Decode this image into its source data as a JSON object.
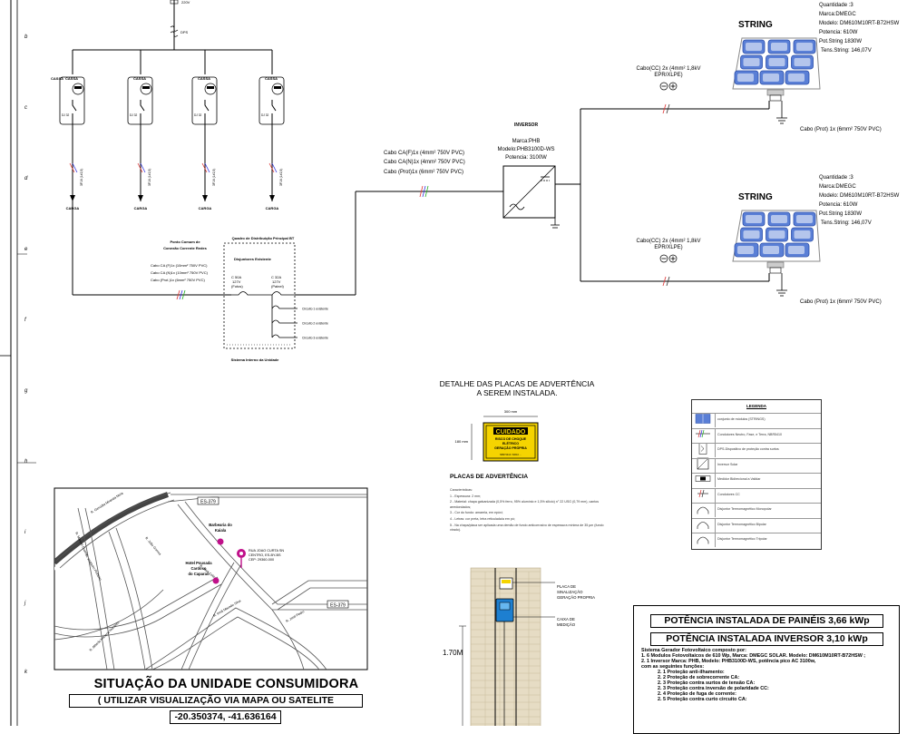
{
  "strings": [
    {
      "title": "STRING",
      "quantidade": "Quantidade :3",
      "marca": "Marca:DMEGC",
      "modelo": "Modelo: DM610M10RT-B72HSW",
      "potencia": "Potencia: 610W",
      "pot_string": "Pot.String 1830W",
      "tens_string": "Tens.String: 146,07V",
      "cabo_cc": "Cabo(CC) 2x (4mm² 1,8kV",
      "cabo_cc_isol": "EPR/XLPE)",
      "cabo_prot": "Cabo (Prot) 1x (6mm² 750V PVC)"
    },
    {
      "title": "STRING",
      "quantidade": "Quantidade :3",
      "marca": "Marca:DMEGC",
      "modelo": "Modelo: DM610M10RT-B72HSW",
      "potencia": "Potencia: 610W",
      "pot_string": "Pot.String 1830W",
      "tens_string": "Tens.String: 146,07V",
      "cabo_cc": "Cabo(CC) 2x (4mm² 1,8kV",
      "cabo_cc_isol": "EPR/XLPE)",
      "cabo_prot": "Cabo (Prot) 1x (6mm² 750V PVC)"
    }
  ],
  "inverter": {
    "title": "INVERSOR",
    "marca": "Marca:PHB",
    "modelo": "Modelo:PHB3100D-WS",
    "potencia": "Potencia: 3100W"
  },
  "ac_cables": [
    "Cabo CA(F)1x (4mm² 750V PVC)",
    "Cabo CA(N)1x (4mm² 750V PVC)",
    "Cabo (Prot)1x (6mm² 750V PVC)"
  ],
  "casas": [
    {
      "label": "CASSA",
      "carga": "CARGA",
      "dj": "DJ 32"
    },
    {
      "label": "CASSA",
      "carga": "CARGA",
      "dj": "DJ 32"
    },
    {
      "label": "CASSA",
      "carga": "CARGA",
      "dj": "DJ 32"
    },
    {
      "label": "CASSA",
      "carga": "CARGA",
      "dj": "DJ 32"
    }
  ],
  "cable_vertical": "3F16 (1#2,5)",
  "dps_label": "DPS",
  "meter_top": "220V",
  "row_letters": [
    "b",
    "c",
    "d",
    "e",
    "f",
    "g",
    "h",
    "i",
    "j",
    "k"
  ],
  "qd": {
    "title": "Quadro de Distribuição Principal BT",
    "subtitle": "Disjuntores Existente",
    "ponto_comum": "Ponto Comum de",
    "conexao": "Conexão Corrente Redes",
    "cables": [
      "Cabo CA (F)1x (10mm² 750V PVC)",
      "Cabo CA (N)1x (10mm² 750V PVC)",
      "Cabo (Prot.)1x (6mm² 750V PVC)"
    ],
    "breaker1": [
      "C 50A",
      "127V",
      "(Fotos)"
    ],
    "breaker2": [
      "C 32A",
      "127V",
      "(Painel)"
    ],
    "circuits": [
      "Circuito 1 existente",
      "Circuito 2 existente",
      "Circuito 3 existente"
    ],
    "footer": "Sistema Interno da Unidade"
  },
  "warning": {
    "detail_title": "DETALHE DAS PLACAS DE ADVERTÊNCIA\nA SEREM INSTALADA.",
    "width_label": "300 mm",
    "height_label": "180 mm",
    "sign_title": "CUIDADO",
    "sign_lines": [
      "RISCO DE CHOQUE",
      "ELÉTRICO",
      "GERAÇÃO PRÓPRIA"
    ],
    "sign_small": "NBR 5410 / NR10 ...",
    "placas_title": "PLACAS DE ADVERTÊNCIA",
    "caracteristicas": [
      "Características:",
      "1 - Espessura: 2 mm;",
      "2 - Material: chapa galvanizada (0,5% ferro, 95% alumínio e 1,5% silício) n° 22 USG (0,79 mm), cantos arredondados;",
      "3 - Cor do fundo: amarela, em epóxi;",
      "4 - Letras: cor preta, letra reticulada/a em pó;",
      "5 - Na chapa/placa ser aplicada uma demão de fundo anticorrosivo de espessura mínima de 35 µm (fundo virado)."
    ]
  },
  "pole": {
    "height": "1.70M",
    "placa_label": [
      "PLACA DE",
      "SINALIZAÇÃO",
      "GERAÇÃO PROPRIA"
    ],
    "caixa_label": [
      "CAIXA DE",
      "MEDIÇÃO"
    ]
  },
  "legend": {
    "title": "LEGENDA",
    "items": [
      "conjunto de módulos (STRINGS)",
      "Condutores Neutro, Fase, e Terra, NBR5410",
      "DPS-Dispositivo de proteção contra surtos",
      "Inversor Solar",
      "Medidor Bidirecional a Validar",
      "Condutores CC",
      "Disjuntor Termomagnético Monopolar",
      "Disjuntor Termomagnético Bipolar",
      "Disjuntor Termomagnético Tripolar"
    ]
  },
  "map": {
    "roads": [
      "ES-379",
      "ES-379",
      "R. Gercídia Miranda Mota",
      "R. João Gomes",
      "R. Manoel Duarte",
      "R. Joaquim Pinheiro",
      "R. José Celino",
      "R. José Pedro",
      "R. Alfredo Mariano Monteiro",
      "R. Irmã Macedo Silva"
    ],
    "places": [
      "Barbearia do",
      "Kaiala",
      "Hotel Pousada",
      "Cardoso",
      "do Caparaó"
    ],
    "address": [
      "RUA JOAO CURTA SN",
      "CENTRO, ES-BY-BS",
      "CEP: 29360-000"
    ],
    "title": "SITUAÇÃO DA UNIDADE CONSUMIDORA",
    "subtitle": "( UTILIZAR VISUALIZAÇÃO VIA MAPA OU SATELITE",
    "coords": "-20.350374, -41.636164"
  },
  "power": {
    "paineis": "POTÊNCIA INSTALADA DE PAINÉIS 3,66 kWp",
    "inversor": "POTÊNCIA INSTALADA INVERSOR 3,10 kWp",
    "description": [
      "Sistema Gerador Fotovoltaico composto por:",
      "1. 6 Modulos Fotovoltaicos de 610 Wp, Marca: DMEGC SOLAR. Modelo: DM610M10RT-B72HSW ;",
      "2. 1 Inversor Marca: PHB, Modelo: PHB3100D-WS, potência pico AC 3100w,",
      "com as seguintes funções:"
    ],
    "functions": [
      "2. 1 Proteção anti-ilhamento:",
      "2. 2 Proteção de sobrecorrente CA:",
      "2. 3 Proteção contra surtos de tensão CA:",
      "2. 3 Proteção contra inversão de polaridade CC:",
      "2. 4 Proteção de fuga de corrente:",
      "2. 5 Proteção contra curto circuito CA:"
    ]
  },
  "colors": {
    "warning_yellow": "#f5d400",
    "panel_blue": "#5a7fd6",
    "pole_wall": "#e6dcc4",
    "meter_box": "#1d7fd0",
    "map_pin": "#c0108a"
  }
}
